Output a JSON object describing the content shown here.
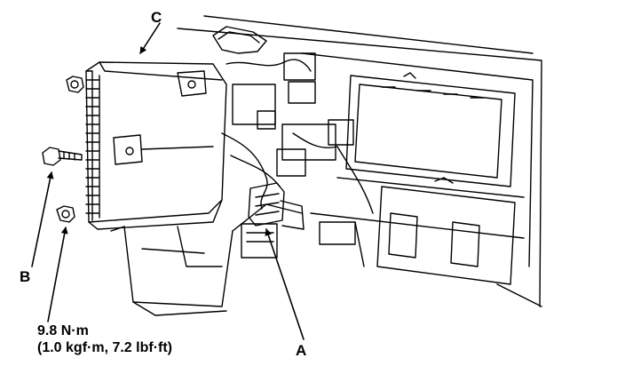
{
  "callouts": {
    "a": "A",
    "b": "B",
    "c": "C"
  },
  "torque": {
    "value": "9.8 N·m",
    "conversion": "(1.0 kgf·m, 7.2 lbf·ft)"
  }
}
